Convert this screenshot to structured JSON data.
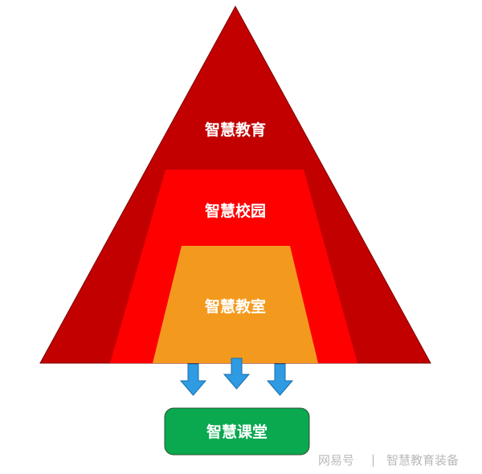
{
  "layers": [
    {
      "label": "智慧教育",
      "color": "#c20000"
    },
    {
      "label": "智慧校园",
      "color": "#ff0000"
    },
    {
      "label": "智慧教室",
      "color": "#f39a1e"
    }
  ],
  "result": {
    "label": "智慧课堂",
    "color": "#0aa84f"
  },
  "arrow_color": "#2e9be3",
  "watermark": {
    "source": "网易号",
    "separator": "|",
    "account": "智慧教育装备"
  }
}
